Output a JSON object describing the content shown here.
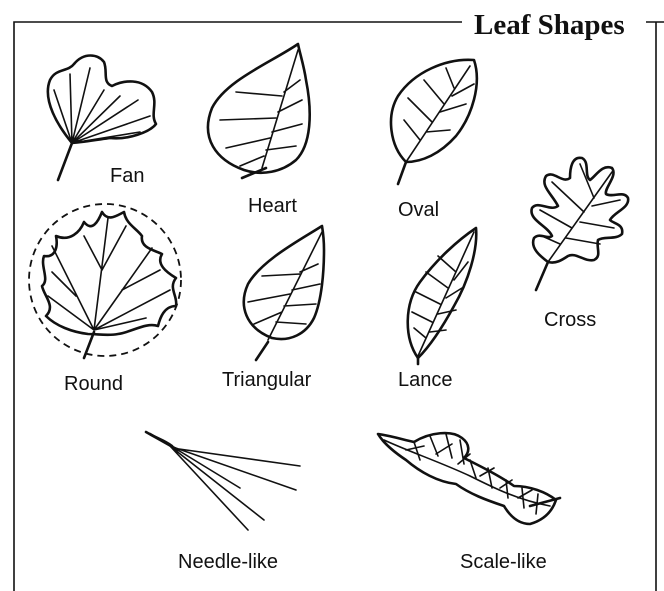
{
  "title": "Leaf Shapes",
  "leaves": [
    {
      "id": "fan",
      "label": "Fan"
    },
    {
      "id": "heart",
      "label": "Heart"
    },
    {
      "id": "oval",
      "label": "Oval"
    },
    {
      "id": "cross",
      "label": "Cross"
    },
    {
      "id": "round",
      "label": "Round"
    },
    {
      "id": "triangular",
      "label": "Triangular"
    },
    {
      "id": "lance",
      "label": "Lance"
    },
    {
      "id": "needle",
      "label": "Needle-like"
    },
    {
      "id": "scale",
      "label": "Scale-like"
    }
  ],
  "colors": {
    "ink": "#111111",
    "background": "#ffffff"
  }
}
